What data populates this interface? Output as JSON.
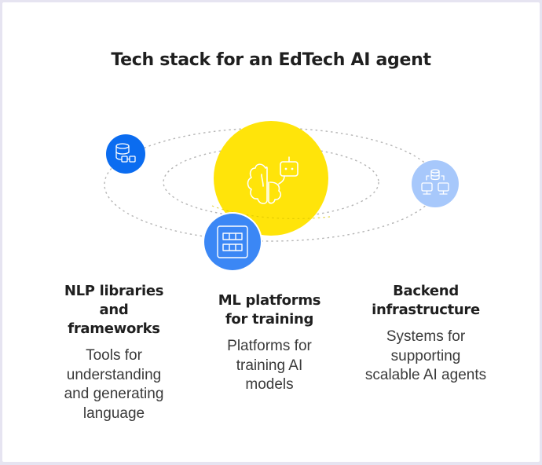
{
  "title": "Tech stack for an EdTech AI agent",
  "colors": {
    "frame": "#e6e4f1",
    "background": "#ffffff",
    "center_circle": "#ffe40a",
    "nlp_icon": "#0b6cf0",
    "ml_icon": "#3b87f5",
    "backend_icon": "#a7c8fb",
    "orbit": "#b5b5b5",
    "heading_text": "#1f1f1f",
    "body_text": "#3a3a3a"
  },
  "center": {
    "icon": "brain-robot-icon"
  },
  "items": [
    {
      "id": "nlp",
      "icon": "database-nodes-icon",
      "heading": "NLP libraries and frameworks",
      "heading_lines": [
        "NLP libraries",
        "and",
        "frameworks"
      ],
      "description_lines": [
        "Tools for",
        "understanding",
        "and generating",
        "language"
      ]
    },
    {
      "id": "ml",
      "icon": "grid-panel-icon",
      "heading": "ML platforms for training",
      "heading_lines": [
        "ML platforms",
        "for training"
      ],
      "description_lines": [
        "Platforms for",
        "training AI",
        "models"
      ]
    },
    {
      "id": "backend",
      "icon": "server-network-icon",
      "heading": "Backend infrastructure",
      "heading_lines": [
        "Backend",
        "infrastructure"
      ],
      "description_lines": [
        "Systems for",
        "supporting",
        "scalable AI agents"
      ]
    }
  ]
}
